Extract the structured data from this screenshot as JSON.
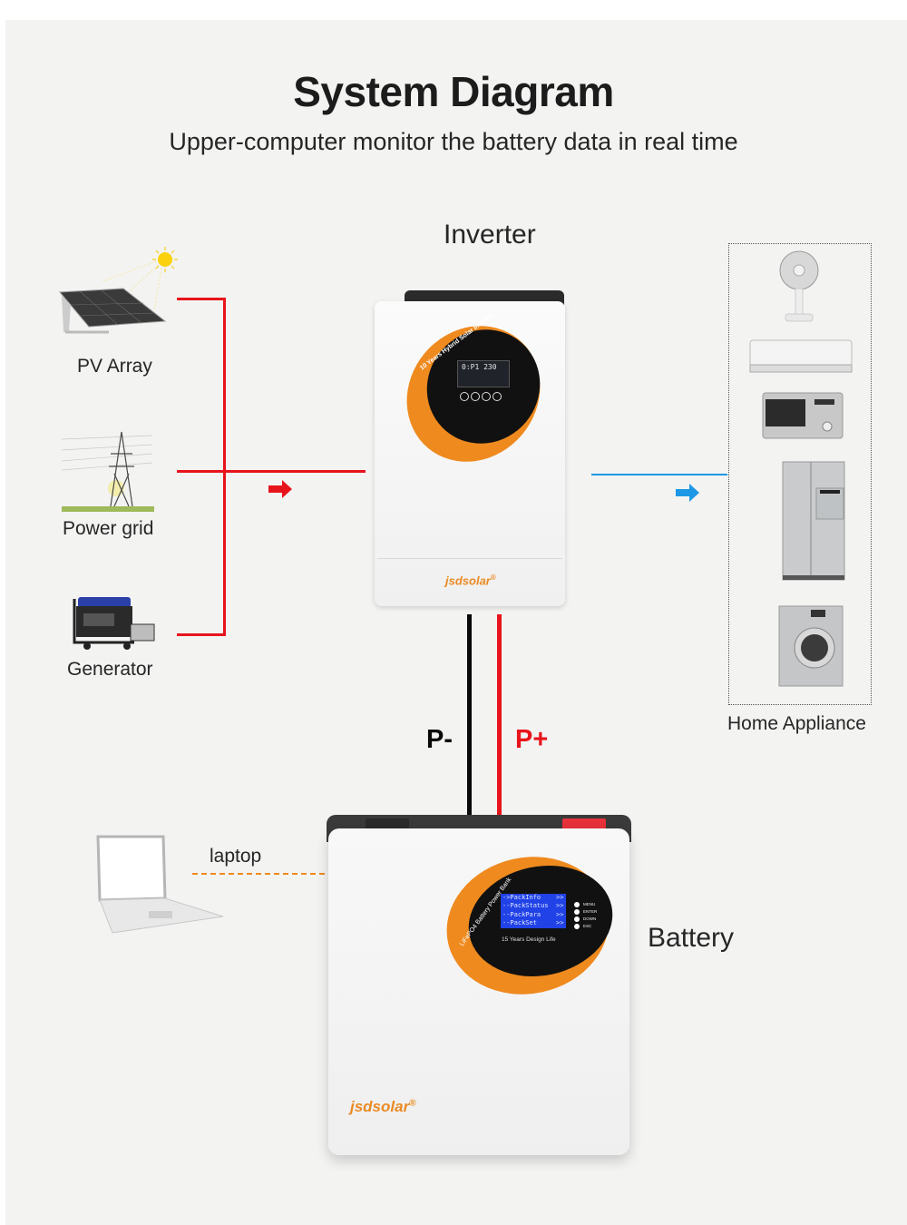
{
  "header": {
    "title": "System Diagram",
    "subtitle": "Upper-computer monitor the battery data in real time"
  },
  "sources": [
    {
      "label": "PV Array",
      "icon": "solar-panel-icon"
    },
    {
      "label": "Power grid",
      "icon": "power-tower-icon"
    },
    {
      "label": "Generator",
      "icon": "generator-icon"
    }
  ],
  "inverter": {
    "label": "Inverter",
    "tagline": "10 Years Hybrid Solar Inverter",
    "display": "0:P1 230",
    "brand": "jsdsolar",
    "trademark": "®"
  },
  "cables": {
    "negative": "P-",
    "positive": "P+"
  },
  "appliances": {
    "label": "Home Appliance",
    "items": [
      "fan",
      "air-conditioner",
      "microwave",
      "refrigerator",
      "washing-machine"
    ]
  },
  "laptop": {
    "label": "laptop"
  },
  "battery": {
    "label": "Battery",
    "tagline": "LiFePO4 Battery Power Bank",
    "menu": [
      "->PackInfo    >>",
      "--PackStatus  >>",
      "--PackPara    >>",
      "--PackSet     >>"
    ],
    "buttons": [
      "MENU",
      "ENTER",
      "DOWN",
      "ESC"
    ],
    "life": "15 Years Design Life",
    "brand": "jsdsolar",
    "trademark": "®"
  },
  "colors": {
    "input_line": "#e8141b",
    "output_line": "#1c98e6",
    "accent": "#ef8a1f",
    "negative": "#0a0a0a",
    "positive": "#e8141b"
  }
}
